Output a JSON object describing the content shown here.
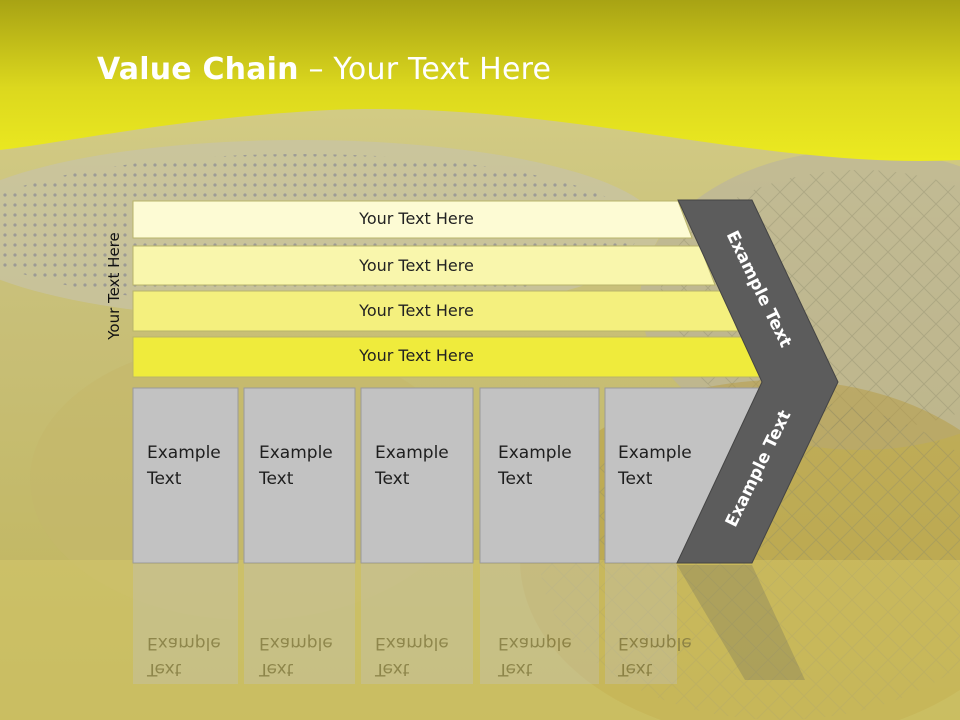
{
  "title": {
    "bold": "Value Chain",
    "rest": " – Your Text Here"
  },
  "side_label": "Your Text Here",
  "bars": [
    "Your Text Here",
    "Your Text Here",
    "Your Text Here",
    "Your Text Here"
  ],
  "boxes": [
    {
      "line1": "Example",
      "line2": "Text"
    },
    {
      "line1": "Example",
      "line2": "Text"
    },
    {
      "line1": "Example",
      "line2": "Text"
    },
    {
      "line1": "Example",
      "line2": "Text"
    },
    {
      "line1": "Example",
      "line2": "Text"
    }
  ],
  "arrow": {
    "upper": "Example Text",
    "lower": "Example Text"
  },
  "colors": {
    "header_yellow": "#e6e21a",
    "bar_1": "#fdfbd4",
    "bar_2": "#f9f6ac",
    "bar_3": "#f4f07e",
    "bar_4": "#efeb3c",
    "box_gray": "#c2c2c2",
    "arrow_gray": "#5c5c5c"
  }
}
